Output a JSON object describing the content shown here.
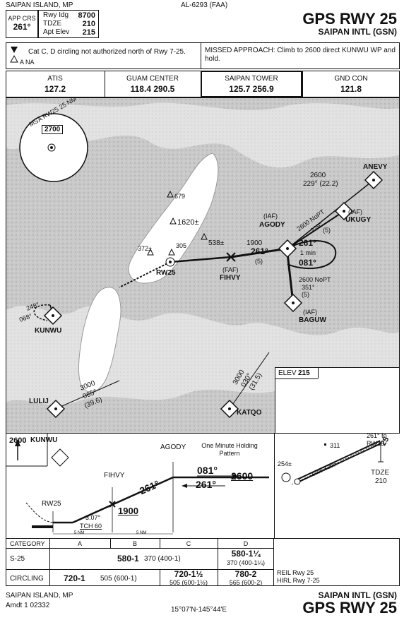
{
  "header": {
    "location": "SAIPAN ISLAND, MP",
    "chart_number": "AL-6293 (FAA)",
    "title": "GPS RWY 25",
    "airport": "SAIPAN INTL (GSN)"
  },
  "app_crs": {
    "label": "APP CRS",
    "value": "261°"
  },
  "elevations": [
    {
      "label": "Rwy Idg",
      "value": "8700"
    },
    {
      "label": "TDZE",
      "value": "210"
    },
    {
      "label": "Apt Elev",
      "value": "215"
    }
  ],
  "notes": {
    "t_symbol": "T",
    "na_symbol": "A NA",
    "circling_note": "Cat C, D circling not authorized north of Rwy 7-25.",
    "missed_approach": "MISSED APPROACH: Climb to 2600 direct KUNWU WP and hold."
  },
  "comms": [
    {
      "name": "ATIS",
      "freq": "127.2"
    },
    {
      "name": "GUAM CENTER",
      "freq": "118.4 290.5"
    },
    {
      "name": "SAIPAN TOWER",
      "freq": "125.7 256.9"
    },
    {
      "name": "GND CON",
      "freq": "121.8"
    }
  ],
  "plan": {
    "msa": "MSA RW25 25 NM",
    "msa_alt": "2700",
    "fixes": {
      "anevy": "ANEVY",
      "iaf1": "(IAF)",
      "ukugy": "UKUGY",
      "iaf2": "(IAF)",
      "agody": "AGODY",
      "faf": "(FAF)",
      "fihvy": "FIHVY",
      "iaf3": "(IAF)",
      "baguw": "BAGUW",
      "kunwu": "KUNWU",
      "lulij": "LULIJ",
      "katqo": "KATQO",
      "rw25": "RW25"
    },
    "legs": {
      "anevy_alt": "2600",
      "anevy_crs": "229° (22.2)",
      "ukugy_leg": "2600 NoPT",
      "ukugy_crs": "229°",
      "ukugy_dist": "(5)",
      "final_alt": "1900",
      "final_crs": "261°",
      "final_dist": "(5)",
      "hold_crs": "261°",
      "hold_time": "1 min",
      "hold_out": "081°",
      "baguw_leg": "2600 NoPT",
      "baguw_crs": "351°",
      "baguw_dist": "(5)",
      "kunwu_in": "248°",
      "kunwu_out": "068°",
      "lulij_alt": "3000",
      "lulij_crs": "065°",
      "lulij_dist": "(39.6)",
      "katqo_alt": "3000",
      "katqo_crs": "030°",
      "katqo_dist": "(31.5)"
    },
    "spots": {
      "s679": "679",
      "s1620": "1620±",
      "s538": "538±",
      "s372": "372±",
      "s305": "305"
    }
  },
  "airport_sketch": {
    "elev_label": "ELEV",
    "elev": "215",
    "crs_label": "261° to RW25",
    "rwy_end": "25",
    "obst1": "311",
    "obst2": "254±",
    "dims": "8700 X 200",
    "tdze_label": "TDZE",
    "tdze": "210"
  },
  "profile": {
    "alt": "2600",
    "fix": "KUNWU",
    "agody": "AGODY",
    "holding": "One Minute Holding Pattern",
    "fihvy": "FIHVY",
    "crs_out": "081°",
    "crs_in": "261°",
    "alt_hold": "2600",
    "crs_desc": "261°",
    "alt_faf": "1900",
    "gs": "3.07°",
    "tch": "TCH 60",
    "rw25": "RW25",
    "dist1": "5 NM",
    "dist2": "5 NM"
  },
  "minimums": {
    "category_label": "CATEGORY",
    "cats": [
      "A",
      "B",
      "C",
      "D"
    ],
    "s25_label": "S-25",
    "s25_abc_main": "580-1",
    "s25_abc_sub": "370 (400-1)",
    "s25_d_main": "580-1¼",
    "s25_d_sub": "370 (400-1¼)",
    "circ_label": "CIRCLING",
    "circ_ab_main": "720-1",
    "circ_ab_sub": "505 (600-1)",
    "circ_c_main": "720-1½",
    "circ_c_sub": "505 (600-1½)",
    "circ_d_main": "780-2",
    "circ_d_sub": "565 (600-2)",
    "lighting1": "REIL Rwy 25",
    "lighting2": "HIRL Rwy 7-25"
  },
  "footer": {
    "location": "SAIPAN ISLAND, MP",
    "amdt": "Amdt 1  02332",
    "coords": "15°07'N-145°44'E",
    "airport": "SAIPAN INTL (GSN)",
    "title": "GPS RWY 25"
  }
}
